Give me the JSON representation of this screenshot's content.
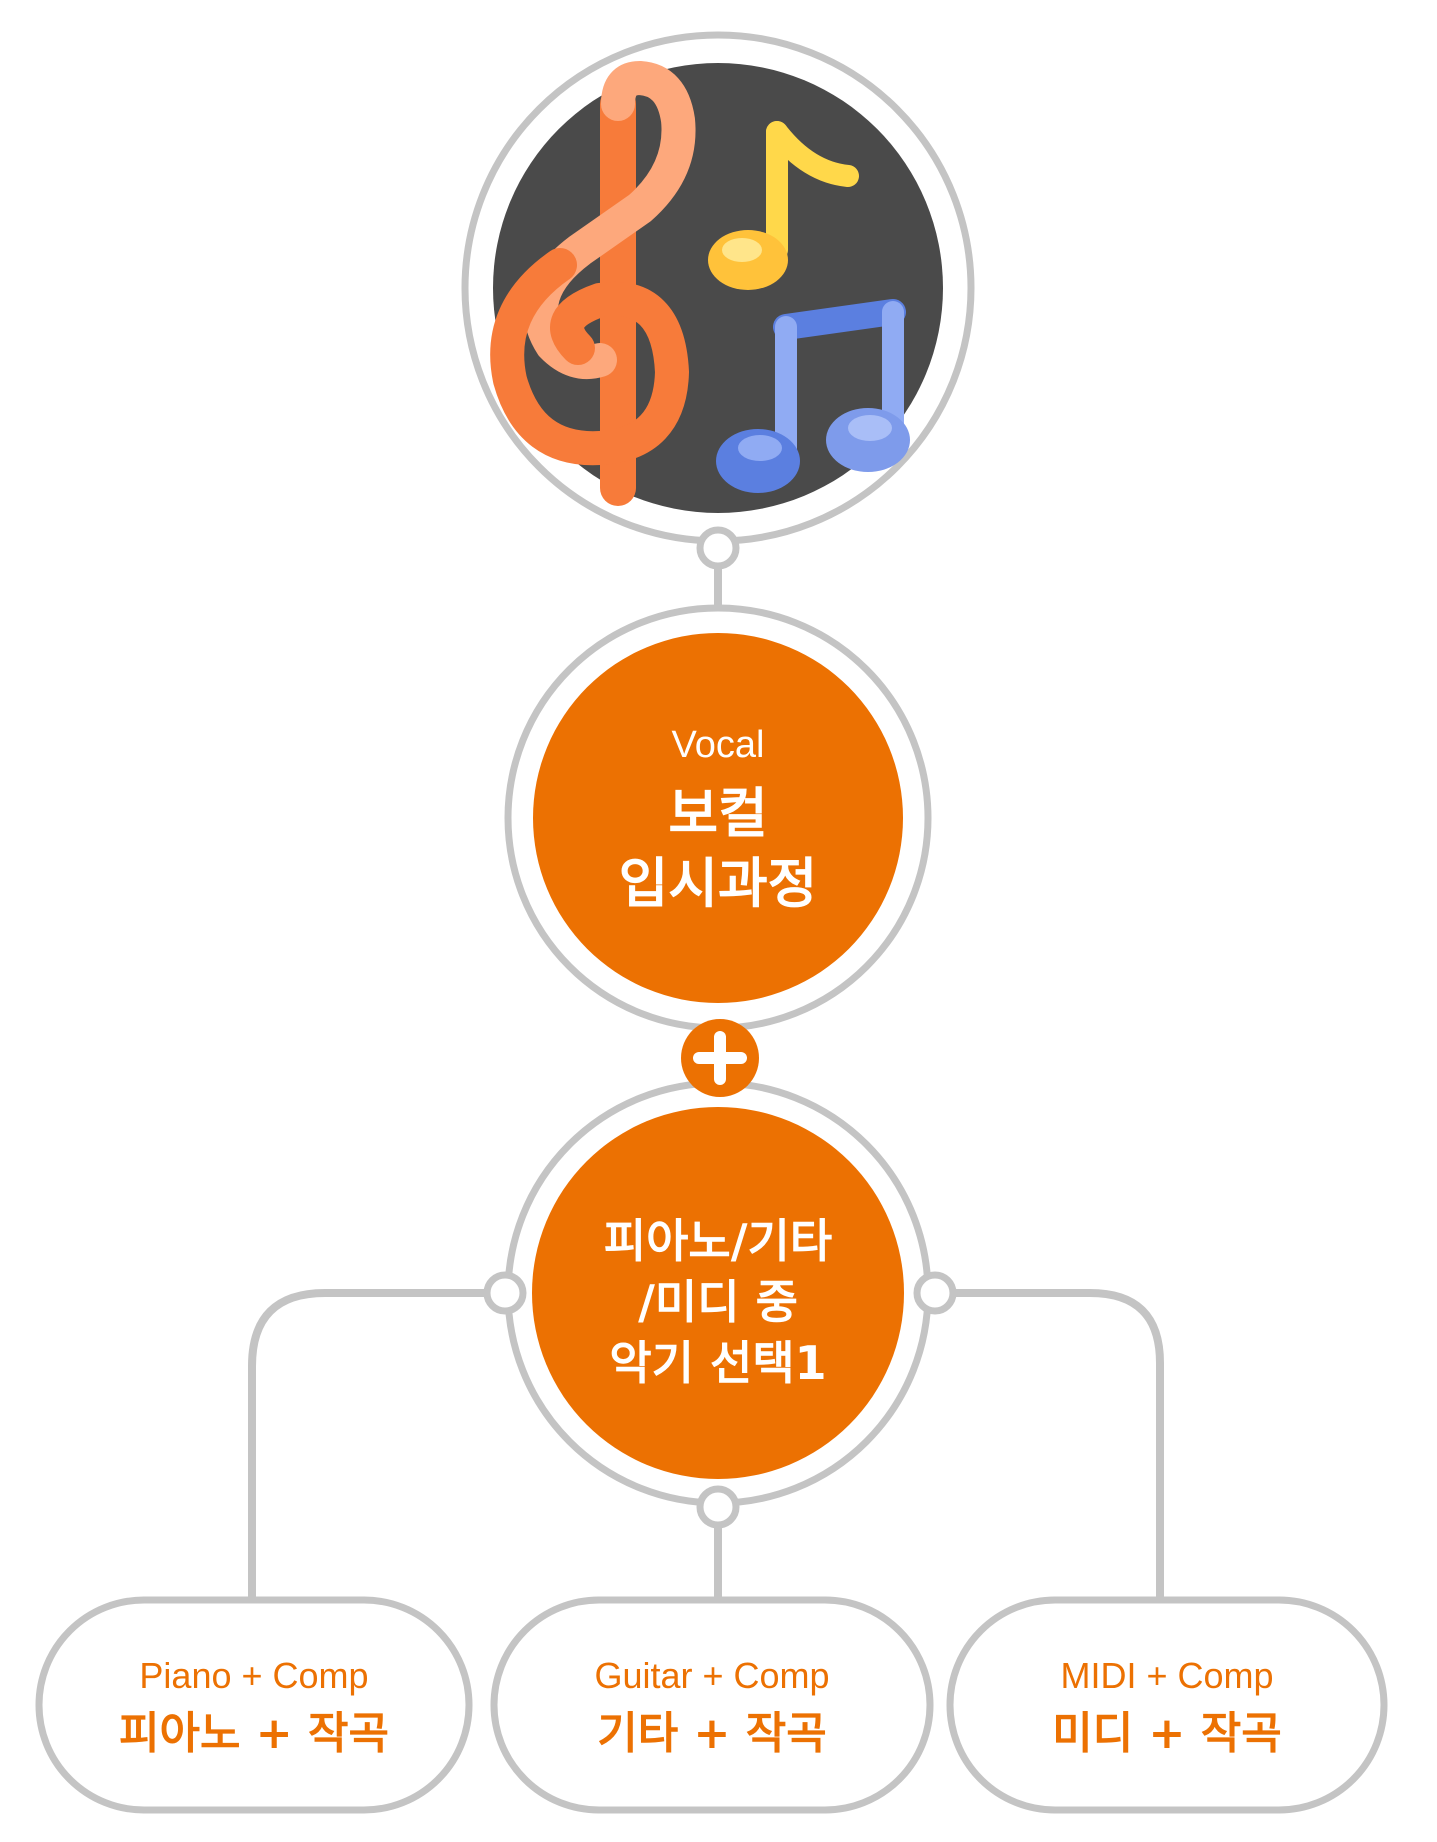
{
  "top_node": {
    "icon": "music-notes-icon"
  },
  "vocal_node": {
    "subtitle": "Vocal",
    "title_line1": "보컬",
    "title_line2": "입시과정"
  },
  "plus_badge": {
    "icon": "plus-icon"
  },
  "instrument_node": {
    "line1": "피아노/기타",
    "line2": "/미디 중",
    "line3": "악기 선택1"
  },
  "options": [
    {
      "subtitle": "Piano + Comp",
      "title": "피아노 + 작곡"
    },
    {
      "subtitle": "Guitar + Comp",
      "title": "기타 + 작곡"
    },
    {
      "subtitle": "MIDI + Comp",
      "title": "미디 + 작곡"
    }
  ],
  "colors": {
    "accent": "#EC7102",
    "ring": "#C4C4C4",
    "dark_circle": "#4A4A4A",
    "clef": "#F77B3A",
    "clef_light": "#FDA87C",
    "note_yellow": "#FFC23A",
    "note_blue": "#5B7FE0",
    "note_blue_light": "#90ABF3"
  }
}
